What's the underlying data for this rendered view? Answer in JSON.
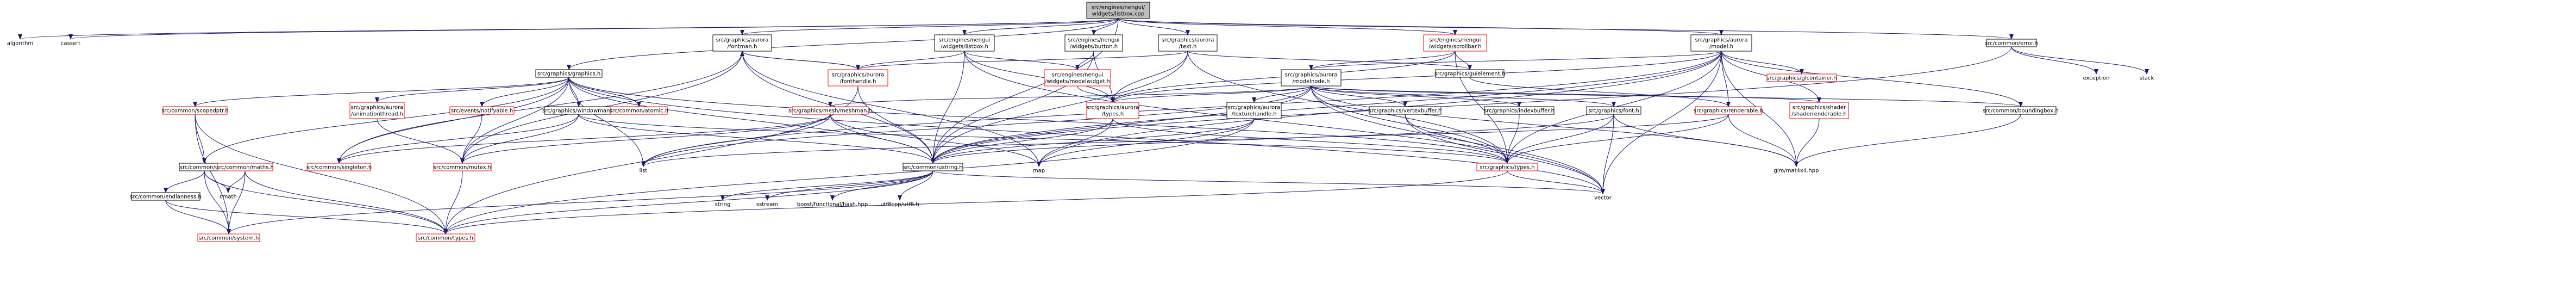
{
  "colors": {
    "edge": "#191970",
    "text": "#000000",
    "text_missing": "#ff0000",
    "border_default": "#000000",
    "border_missing": "#ff0000",
    "fill_root": "#bfbfbf",
    "fill_default": "#ffffff"
  },
  "nodes": [
    {
      "id": "root",
      "label": "src/engines/nengui/\nwidgets/listbox.cpp",
      "kind": "root"
    },
    {
      "id": "algorithm",
      "label": "algorithm",
      "kind": "plain"
    },
    {
      "id": "cassert",
      "label": "cassert",
      "kind": "plain"
    },
    {
      "id": "fontman",
      "label": "src/graphics/aurora\n/fontman.h",
      "kind": "normal"
    },
    {
      "id": "widgets_listbox",
      "label": "src/engines/nengui\n/widgets/listbox.h",
      "kind": "normal"
    },
    {
      "id": "widgets_button",
      "label": "src/engines/nengui\n/widgets/button.h",
      "kind": "normal"
    },
    {
      "id": "aurora_text",
      "label": "src/graphics/aurora\n/text.h",
      "kind": "normal"
    },
    {
      "id": "widgets_scrollbar",
      "label": "src/engines/nengui\n/widgets/scrollbar.h",
      "kind": "missing"
    },
    {
      "id": "aurora_model",
      "label": "src/graphics/aurora\n/model.h",
      "kind": "normal"
    },
    {
      "id": "error",
      "label": "src/common/error.h",
      "kind": "normal"
    },
    {
      "id": "exception",
      "label": "exception",
      "kind": "plain"
    },
    {
      "id": "stack",
      "label": "stack",
      "kind": "plain"
    },
    {
      "id": "graphics",
      "label": "src/graphics/graphics.h",
      "kind": "normal"
    },
    {
      "id": "fonthandle",
      "label": "src/graphics/aurora\n/fonthandle.h",
      "kind": "missing"
    },
    {
      "id": "modelwidget",
      "label": "src/engines/nengui\n/widgets/modelwidget.h",
      "kind": "missing"
    },
    {
      "id": "guielement",
      "label": "src/graphics/guielement.h",
      "kind": "normal"
    },
    {
      "id": "modelnode",
      "label": "src/graphics/aurora\n/modelnode.h",
      "kind": "normal"
    },
    {
      "id": "glcontainer",
      "label": "src/graphics/glcontainer.h",
      "kind": "missing"
    },
    {
      "id": "scopedptr",
      "label": "src/common/scopedptr.h",
      "kind": "missing"
    },
    {
      "id": "animationthread",
      "label": "src/graphics/aurora\n/animationthread.h",
      "kind": "missing"
    },
    {
      "id": "notifyable",
      "label": "src/events/notifyable.h",
      "kind": "missing"
    },
    {
      "id": "windowman",
      "label": "src/graphics/windowman.h",
      "kind": "normal"
    },
    {
      "id": "atomic",
      "label": "src/common/atomic.h",
      "kind": "missing"
    },
    {
      "id": "meshman",
      "label": "src/graphics/mesh/meshman.h",
      "kind": "missing"
    },
    {
      "id": "aurora_types",
      "label": "src/graphics/aurora\n/types.h",
      "kind": "missing"
    },
    {
      "id": "texturehandle",
      "label": "src/graphics/aurora\n/texturehandle.h",
      "kind": "normal"
    },
    {
      "id": "vertexbuffer",
      "label": "src/graphics/vertexbuffer.h",
      "kind": "normal"
    },
    {
      "id": "indexbuffer",
      "label": "src/graphics/indexbuffer.h",
      "kind": "normal"
    },
    {
      "id": "font",
      "label": "src/graphics/font.h",
      "kind": "normal"
    },
    {
      "id": "renderable",
      "label": "src/graphics/renderable.h",
      "kind": "missing"
    },
    {
      "id": "shaderrenderable",
      "label": "src/graphics/shader\n/shaderrenderable.h",
      "kind": "missing"
    },
    {
      "id": "boundingbox",
      "label": "src/common/boundingbox.h",
      "kind": "normal"
    },
    {
      "id": "ustring",
      "label": "src/common/ustring.h",
      "kind": "normal"
    },
    {
      "id": "util",
      "label": "src/common/util.h",
      "kind": "normal"
    },
    {
      "id": "maths",
      "label": "src/common/maths.h",
      "kind": "missing"
    },
    {
      "id": "singleton",
      "label": "src/common/singleton.h",
      "kind": "missing"
    },
    {
      "id": "mutex",
      "label": "src/common/mutex.h",
      "kind": "missing"
    },
    {
      "id": "list",
      "label": "list",
      "kind": "plain"
    },
    {
      "id": "map",
      "label": "map",
      "kind": "plain"
    },
    {
      "id": "graphics_types",
      "label": "src/graphics/types.h",
      "kind": "missing"
    },
    {
      "id": "glm",
      "label": "glm/mat4x4.hpp",
      "kind": "plain"
    },
    {
      "id": "vector",
      "label": "vector",
      "kind": "plain"
    },
    {
      "id": "endianness",
      "label": "src/common/endianness.h",
      "kind": "normal"
    },
    {
      "id": "cmath",
      "label": "cmath",
      "kind": "plain"
    },
    {
      "id": "string",
      "label": "string",
      "kind": "plain"
    },
    {
      "id": "sstream",
      "label": "sstream",
      "kind": "plain"
    },
    {
      "id": "boost_hash",
      "label": "boost/functional/hash.hpp",
      "kind": "plain"
    },
    {
      "id": "utf8cpp",
      "label": "utf8cpp/utf8.h",
      "kind": "plain"
    },
    {
      "id": "system",
      "label": "src/common/system.h",
      "kind": "missing"
    },
    {
      "id": "common_types",
      "label": "src/common/types.h",
      "kind": "missing"
    }
  ],
  "edges": [
    [
      "root",
      "algorithm"
    ],
    [
      "root",
      "cassert"
    ],
    [
      "root",
      "fontman"
    ],
    [
      "root",
      "widgets_listbox"
    ],
    [
      "root",
      "widgets_button"
    ],
    [
      "root",
      "aurora_text"
    ],
    [
      "root",
      "widgets_scrollbar"
    ],
    [
      "root",
      "aurora_model"
    ],
    [
      "root",
      "error"
    ],
    [
      "root",
      "ustring"
    ],
    [
      "root",
      "graphics"
    ],
    [
      "error",
      "exception"
    ],
    [
      "error",
      "stack"
    ],
    [
      "error",
      "ustring"
    ],
    [
      "fontman",
      "fonthandle"
    ],
    [
      "fontman",
      "singleton"
    ],
    [
      "fontman",
      "mutex"
    ],
    [
      "fontman",
      "ustring"
    ],
    [
      "fontman",
      "map"
    ],
    [
      "widgets_listbox",
      "vector"
    ],
    [
      "widgets_listbox",
      "fonthandle"
    ],
    [
      "widgets_listbox",
      "modelwidget"
    ],
    [
      "widgets_listbox",
      "ustring"
    ],
    [
      "widgets_listbox",
      "aurora_types"
    ],
    [
      "widgets_button",
      "modelwidget"
    ],
    [
      "widgets_button",
      "ustring"
    ],
    [
      "widgets_button",
      "aurora_types"
    ],
    [
      "aurora_text",
      "ustring"
    ],
    [
      "aurora_text",
      "guielement"
    ],
    [
      "aurora_text",
      "fonthandle"
    ],
    [
      "aurora_text",
      "aurora_types"
    ],
    [
      "aurora_text",
      "graphics_types"
    ],
    [
      "widgets_scrollbar",
      "guielement"
    ],
    [
      "widgets_scrollbar",
      "modelnode"
    ],
    [
      "widgets_scrollbar",
      "aurora_types"
    ],
    [
      "widgets_scrollbar",
      "graphics_types"
    ],
    [
      "aurora_model",
      "glcontainer"
    ],
    [
      "aurora_model",
      "modelnode"
    ],
    [
      "aurora_model",
      "renderable"
    ],
    [
      "aurora_model",
      "shaderrenderable"
    ],
    [
      "aurora_model",
      "boundingbox"
    ],
    [
      "aurora_model",
      "aurora_types"
    ],
    [
      "aurora_model",
      "graphics_types"
    ],
    [
      "aurora_model",
      "vector"
    ],
    [
      "aurora_model",
      "list"
    ],
    [
      "aurora_model",
      "map"
    ],
    [
      "aurora_model",
      "ustring"
    ],
    [
      "aurora_model",
      "glm"
    ],
    [
      "graphics",
      "scopedptr"
    ],
    [
      "graphics",
      "animationthread"
    ],
    [
      "graphics",
      "notifyable"
    ],
    [
      "graphics",
      "windowman"
    ],
    [
      "graphics",
      "atomic"
    ],
    [
      "graphics",
      "singleton"
    ],
    [
      "graphics",
      "mutex"
    ],
    [
      "graphics",
      "ustring"
    ],
    [
      "graphics",
      "vector"
    ],
    [
      "graphics",
      "list"
    ],
    [
      "graphics",
      "graphics_types"
    ],
    [
      "graphics",
      "util"
    ],
    [
      "fonthandle",
      "ustring"
    ],
    [
      "fonthandle",
      "common_types"
    ],
    [
      "fonthandle",
      "fontman"
    ],
    [
      "modelwidget",
      "aurora_types"
    ],
    [
      "guielement",
      "renderable"
    ],
    [
      "modelnode",
      "vertexbuffer"
    ],
    [
      "modelnode",
      "indexbuffer"
    ],
    [
      "modelnode",
      "texturehandle"
    ],
    [
      "modelnode",
      "aurora_types"
    ],
    [
      "modelnode",
      "font"
    ],
    [
      "modelnode",
      "meshman"
    ],
    [
      "modelnode",
      "boundingbox"
    ],
    [
      "modelnode",
      "graphics_types"
    ],
    [
      "modelnode",
      "ustring"
    ],
    [
      "modelnode",
      "vector"
    ],
    [
      "modelnode",
      "list"
    ],
    [
      "modelnode",
      "glm"
    ],
    [
      "modelnode",
      "shaderrenderable"
    ],
    [
      "scopedptr",
      "util"
    ],
    [
      "scopedptr",
      "common_types"
    ],
    [
      "scopedptr",
      "system"
    ],
    [
      "animationthread",
      "mutex"
    ],
    [
      "notifyable",
      "mutex"
    ],
    [
      "windowman",
      "singleton"
    ],
    [
      "windowman",
      "ustring"
    ],
    [
      "windowman",
      "mutex"
    ],
    [
      "windowman",
      "graphics_types"
    ],
    [
      "meshman",
      "singleton"
    ],
    [
      "meshman",
      "mutex"
    ],
    [
      "meshman",
      "ustring"
    ],
    [
      "meshman",
      "map"
    ],
    [
      "meshman",
      "list"
    ],
    [
      "aurora_types",
      "map"
    ],
    [
      "aurora_types",
      "ustring"
    ],
    [
      "aurora_types",
      "graphics_types"
    ],
    [
      "texturehandle",
      "map"
    ],
    [
      "texturehandle",
      "ustring"
    ],
    [
      "texturehandle",
      "common_types"
    ],
    [
      "vertexbuffer",
      "graphics_types"
    ],
    [
      "vertexbuffer",
      "vector"
    ],
    [
      "indexbuffer",
      "graphics_types"
    ],
    [
      "font",
      "graphics_types"
    ],
    [
      "font",
      "ustring"
    ],
    [
      "font",
      "vector"
    ],
    [
      "font",
      "glm"
    ],
    [
      "renderable",
      "graphics_types"
    ],
    [
      "renderable",
      "list"
    ],
    [
      "renderable",
      "glm"
    ],
    [
      "shaderrenderable",
      "glm"
    ],
    [
      "boundingbox",
      "glm"
    ],
    [
      "ustring",
      "string"
    ],
    [
      "ustring",
      "sstream"
    ],
    [
      "ustring",
      "vector"
    ],
    [
      "ustring",
      "boost_hash"
    ],
    [
      "ustring",
      "utf8cpp"
    ],
    [
      "ustring",
      "common_types"
    ],
    [
      "ustring",
      "system"
    ],
    [
      "util",
      "endianness"
    ],
    [
      "util",
      "cmath"
    ],
    [
      "util",
      "common_types"
    ],
    [
      "util",
      "system"
    ],
    [
      "maths",
      "cmath"
    ],
    [
      "maths",
      "common_types"
    ],
    [
      "maths",
      "system"
    ],
    [
      "mutex",
      "common_types"
    ],
    [
      "endianness",
      "common_types"
    ],
    [
      "endianness",
      "system"
    ],
    [
      "graphics_types",
      "vector"
    ],
    [
      "graphics_types",
      "common_types"
    ]
  ]
}
